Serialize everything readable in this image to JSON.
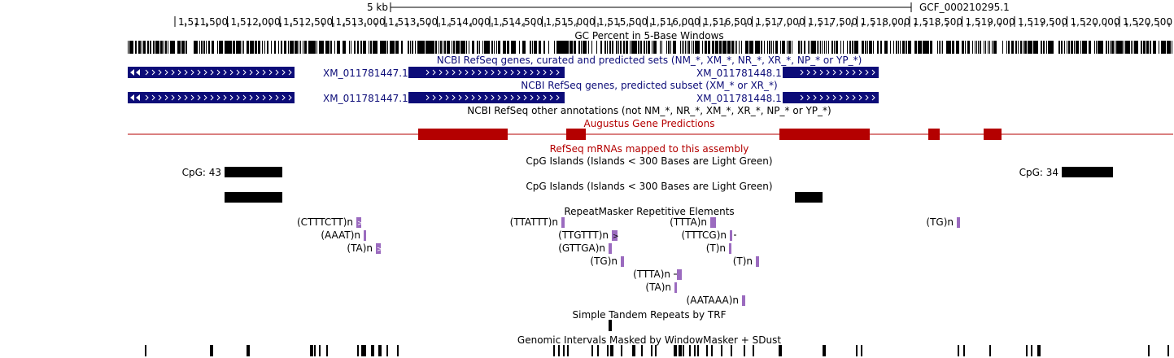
{
  "ruler": {
    "scale_label": "5 kb",
    "assembly": "GCF_000210295.1",
    "ticks": [
      "1,511,500",
      "1,512,000",
      "1,512,500",
      "1,513,000",
      "1,513,500",
      "1,514,000",
      "1,514,500",
      "1,515,000",
      "1,515,500",
      "1,516,000",
      "1,516,500",
      "1,517,000",
      "1,517,500",
      "1,518,000",
      "1,518,500",
      "1,519,000",
      "1,519,500",
      "1,520,000",
      "1,520,500"
    ]
  },
  "tracks": {
    "gc_percent": "GC Percent in 5-Base Windows",
    "refseq_all": "NCBI RefSeq genes, curated and predicted sets (NM_*, XM_*, NR_*, XR_*, NP_* or YP_*)",
    "refseq_predicted": "NCBI RefSeq genes, predicted subset (XM_* or XR_*)",
    "refseq_other": "NCBI RefSeq other annotations (not NM_*, NR_*, XM_*, XR_*, NP_* or YP_*)",
    "augustus": "Augustus Gene Predictions",
    "refseq_mrna": "RefSeq mRNAs mapped to this assembly",
    "cpg_1": "CpG Islands (Islands < 300 Bases are Light Green)",
    "cpg_2": "CpG Islands (Islands < 300 Bases are Light Green)",
    "repeatmasker": "RepeatMasker Repetitive Elements",
    "trf": "Simple Tandem Repeats by TRF",
    "windowmasker": "Genomic Intervals Masked by WindowMasker + SDust"
  },
  "genes": {
    "gene_a": "XM_011781447.1",
    "gene_b": "XM_011781448.1"
  },
  "cpg": {
    "left_label": "CpG: 43",
    "right_label": "CpG: 34"
  },
  "repeats": [
    "(CTTTCTT)n",
    "(AAAT)n",
    "(TA)n",
    "(TTATTT)n",
    "(TTGTTT)n",
    "(GTTGA)n",
    "(TG)n",
    "(TTTA)n",
    "(TTTCG)n",
    "(T)n",
    "(T)n",
    "(TTTA)n",
    "(TA)n",
    "(AATAAA)n",
    "(TG)n"
  ],
  "colors": {
    "refseq": "#0c0c78",
    "augustus": "#b40000",
    "repeat": "#9b6bbf",
    "cpg": "#000000"
  }
}
